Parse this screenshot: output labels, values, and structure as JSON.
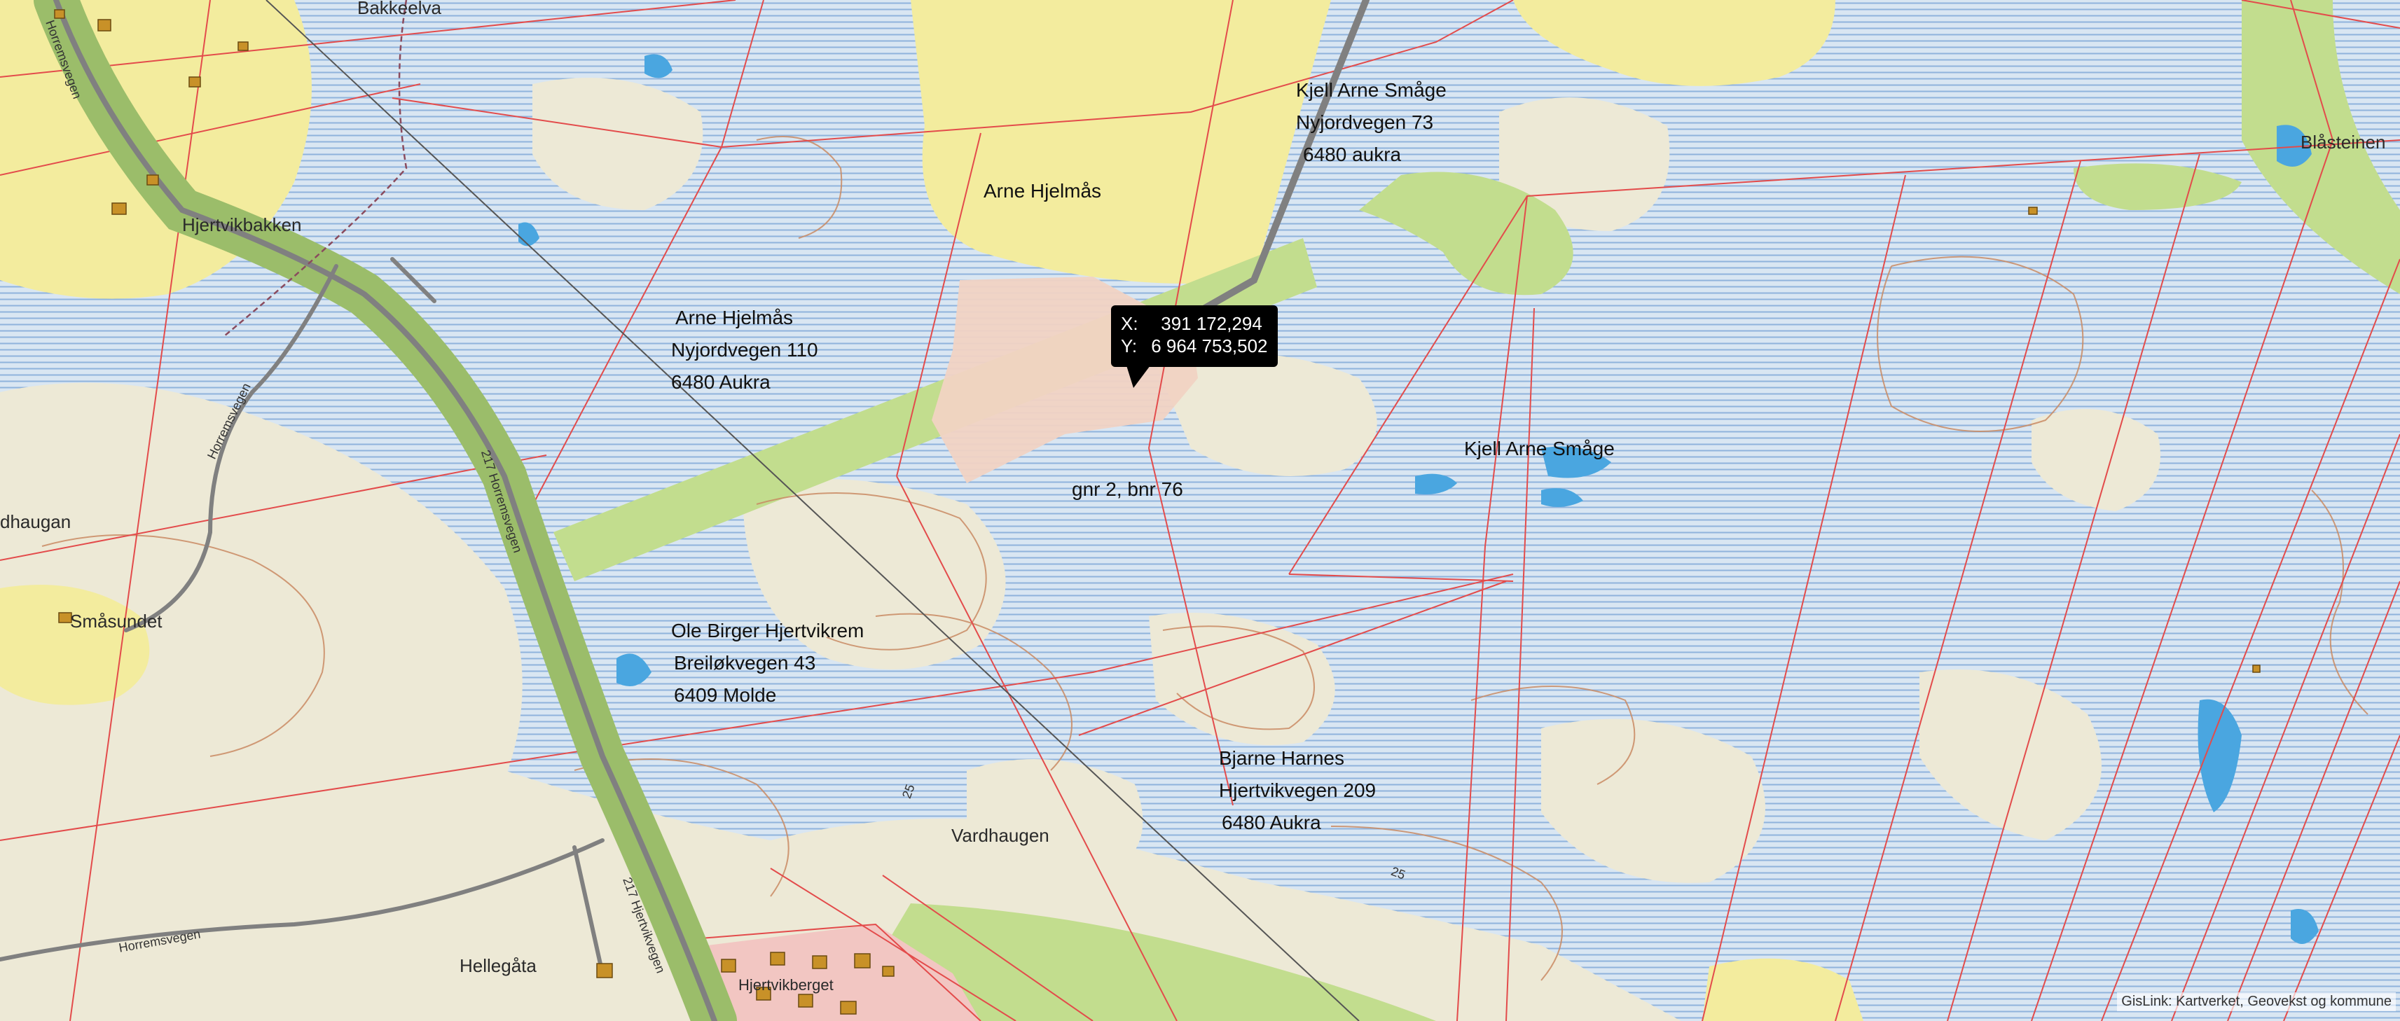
{
  "map": {
    "colors": {
      "marsh_bg": "#d9e6f2",
      "marsh_lines": "#8fb3dc",
      "dry_land": "#ede9d6",
      "farmland": "#f3ec9e",
      "green_strip": "#c2dd8e",
      "selected_parcel": "#f1d3c3",
      "built_area": "#f2c6c2",
      "property_line": "#e34b4b",
      "road": "#888888",
      "contour": "#c98a63",
      "water": "#4aa6e0",
      "building": "#c89128"
    },
    "place_names": [
      {
        "id": "bakkeelva",
        "text": "Bakkeelva"
      },
      {
        "id": "hjertvikbakken",
        "text": "Hjertvikbakken"
      },
      {
        "id": "dhaugan",
        "text": "dhaugan"
      },
      {
        "id": "smasundet",
        "text": "Småsundet"
      },
      {
        "id": "vardhaugen",
        "text": "Vardhaugen"
      },
      {
        "id": "hellegata",
        "text": "Hellegåta"
      },
      {
        "id": "hjertvikberget",
        "text": "Hjertvikberget"
      },
      {
        "id": "blasteinen",
        "text": "Blåsteinen"
      }
    ],
    "road_names": [
      {
        "id": "horremsvegen-nw",
        "text": "Horremsvegen"
      },
      {
        "id": "horremsvegen-w",
        "text": "Horremsvegen"
      },
      {
        "id": "horremsvegen-sw",
        "text": "Horremsvegen"
      },
      {
        "id": "horremsvegen-mid",
        "text": "217 Horremsvegen"
      },
      {
        "id": "hjertvikvegen",
        "text": "217 Hjertvikvegen"
      }
    ],
    "contour_labels": [
      {
        "id": "c25a",
        "text": "25"
      },
      {
        "id": "c25b",
        "text": "25"
      }
    ],
    "owners": [
      {
        "id": "owner-kjell-north",
        "lines": [
          "Kjell Arne Småge",
          "Nyjordvegen 73",
          "6480 aukra"
        ]
      },
      {
        "id": "owner-arne-north",
        "lines": [
          "Arne Hjelmås"
        ]
      },
      {
        "id": "owner-arne-mid",
        "lines": [
          "Arne Hjelmås",
          "Nyjordvegen 110",
          "6480 Aukra"
        ]
      },
      {
        "id": "owner-kjell-east",
        "lines": [
          "Kjell Arne Småge"
        ]
      },
      {
        "id": "owner-ole",
        "lines": [
          "Ole Birger Hjertvikrem",
          "Breiløkvegen 43",
          "6409 Molde"
        ]
      },
      {
        "id": "owner-bjarne",
        "lines": [
          "Bjarne Harnes",
          "Hjertvikvegen 209",
          "6480 Aukra"
        ]
      }
    ],
    "parcel_label": "gnr 2, bnr 76",
    "coordinate_tooltip": {
      "x_label": "X:",
      "x_value": "391 172,294",
      "y_label": "Y:",
      "y_value": "6 964 753,502"
    },
    "attribution": "GisLink: Kartverket, Geovekst og kommune"
  }
}
